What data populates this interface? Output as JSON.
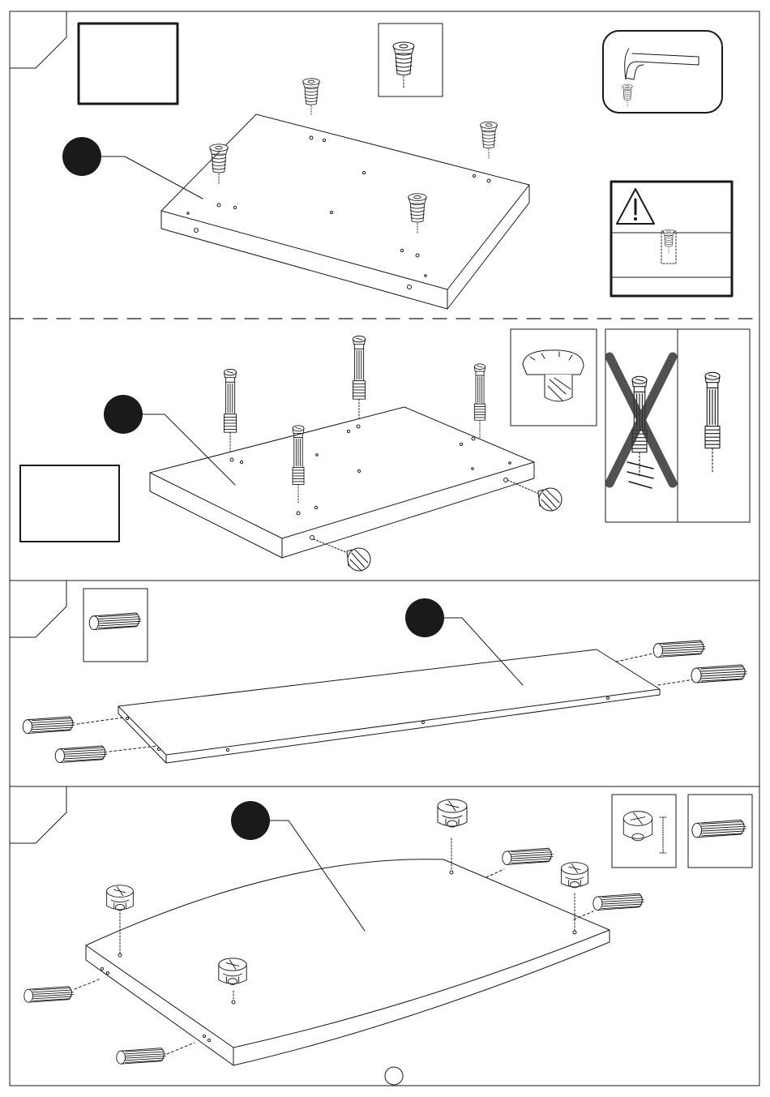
{
  "page": {
    "page_number": "",
    "ink_color": "#1a1a1a",
    "badge_color": "#1a1a1a",
    "warning_icon": "warning-triangle-icon"
  },
  "steps": [
    {
      "part_label": "",
      "quantity_box_text": "",
      "parts": [
        "cam-insert-nut",
        "hex-key"
      ]
    },
    {
      "part_label": "",
      "quantity_box_text": "",
      "parts": [
        "cam-bolt",
        "cam-lock"
      ]
    },
    {
      "part_label": "",
      "parts": [
        "wooden-dowel"
      ]
    },
    {
      "part_label": "",
      "parts": [
        "cam-lock",
        "wooden-dowel"
      ]
    }
  ]
}
